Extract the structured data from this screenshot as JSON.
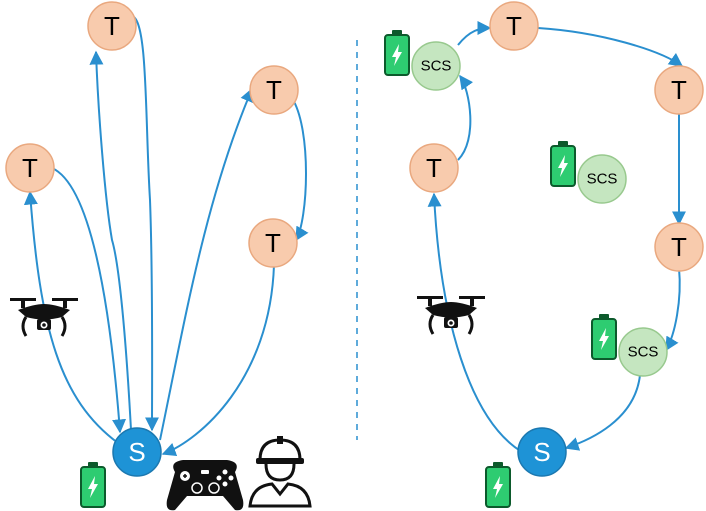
{
  "diagram": {
    "left_panel": {
      "target_nodes": [
        {
          "id": "lt1",
          "label": "T"
        },
        {
          "id": "lt2",
          "label": "T"
        },
        {
          "id": "lt3",
          "label": "T"
        },
        {
          "id": "lt4",
          "label": "T"
        }
      ],
      "station_node": {
        "id": "ls",
        "label": "S"
      },
      "icons": [
        "drone-icon",
        "battery-icon",
        "gamepad-icon",
        "worker-icon"
      ]
    },
    "right_panel": {
      "target_nodes": [
        {
          "id": "rt1",
          "label": "T"
        },
        {
          "id": "rt2",
          "label": "T"
        },
        {
          "id": "rt3",
          "label": "T"
        },
        {
          "id": "rt4",
          "label": "T"
        }
      ],
      "charging_nodes": [
        {
          "id": "rc1",
          "label": "SCS"
        },
        {
          "id": "rc2",
          "label": "SCS"
        },
        {
          "id": "rc3",
          "label": "SCS"
        }
      ],
      "station_node": {
        "id": "rs",
        "label": "S"
      },
      "icons": [
        "drone-icon",
        "battery-icon"
      ]
    },
    "colors": {
      "target_fill": "#f8cbad",
      "target_stroke": "#e9a87f",
      "charging_fill": "#c5e6c0",
      "charging_stroke": "#98c98e",
      "station_fill": "#1e93d6",
      "arrow": "#2a8fcf",
      "battery": "#2ecc71"
    }
  }
}
